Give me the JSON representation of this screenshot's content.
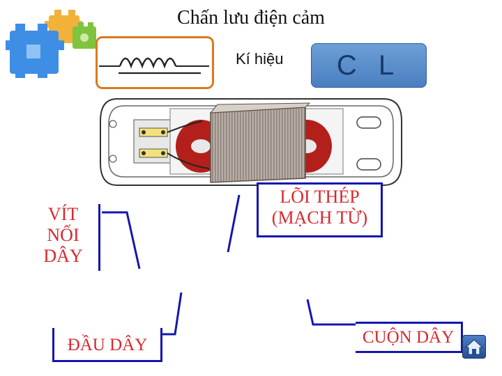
{
  "slide": {
    "title": "Chấn lưu điện cảm",
    "symbol_label": "Kí hiệu",
    "symbol_code": "C L"
  },
  "labels": {
    "vit_noi_day": [
      "VÍT",
      "NỐI",
      "DÂY"
    ],
    "loi_thep": [
      "LÕI THÉP",
      "(MẠCH TỪ)"
    ],
    "dau_day": "ĐẦU DÂY",
    "cuon_day": "CUỘN DÂY"
  },
  "colors": {
    "label_text": "#d8282d",
    "label_border": "#1515b0",
    "symbol_border": "#d97a1c",
    "cl_fill": "#5b8fcf"
  },
  "icons": [
    "gear-cluster-icon",
    "inductor-symbol-icon",
    "home-icon"
  ]
}
